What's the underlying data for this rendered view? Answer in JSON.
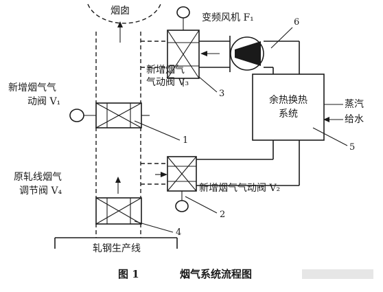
{
  "labels": {
    "chimney": "烟囱",
    "fan": "变频风机 F₁",
    "fan_num": "6",
    "valve_v3_line1": "新增烟气",
    "valve_v3_line2": "气动阀 V₃",
    "v3_num": "3",
    "valve_v1_line1": "新增烟气气",
    "valve_v1_line2": "动阀 V₁",
    "v1_num": "1",
    "heat_line1": "余热换热",
    "heat_line2": "系统",
    "heat_num": "5",
    "steam": "蒸汽",
    "feedwater": "给水",
    "valve_v4_line1": "原轧线烟气",
    "valve_v4_line2": "调节阀 V₄",
    "v4_num": "4",
    "valve_v2": "新增烟气气动阀 V₂",
    "v2_num": "2",
    "mill": "轧钢生产线"
  },
  "caption": {
    "figure": "图 1",
    "title": "烟气系统流程图"
  }
}
